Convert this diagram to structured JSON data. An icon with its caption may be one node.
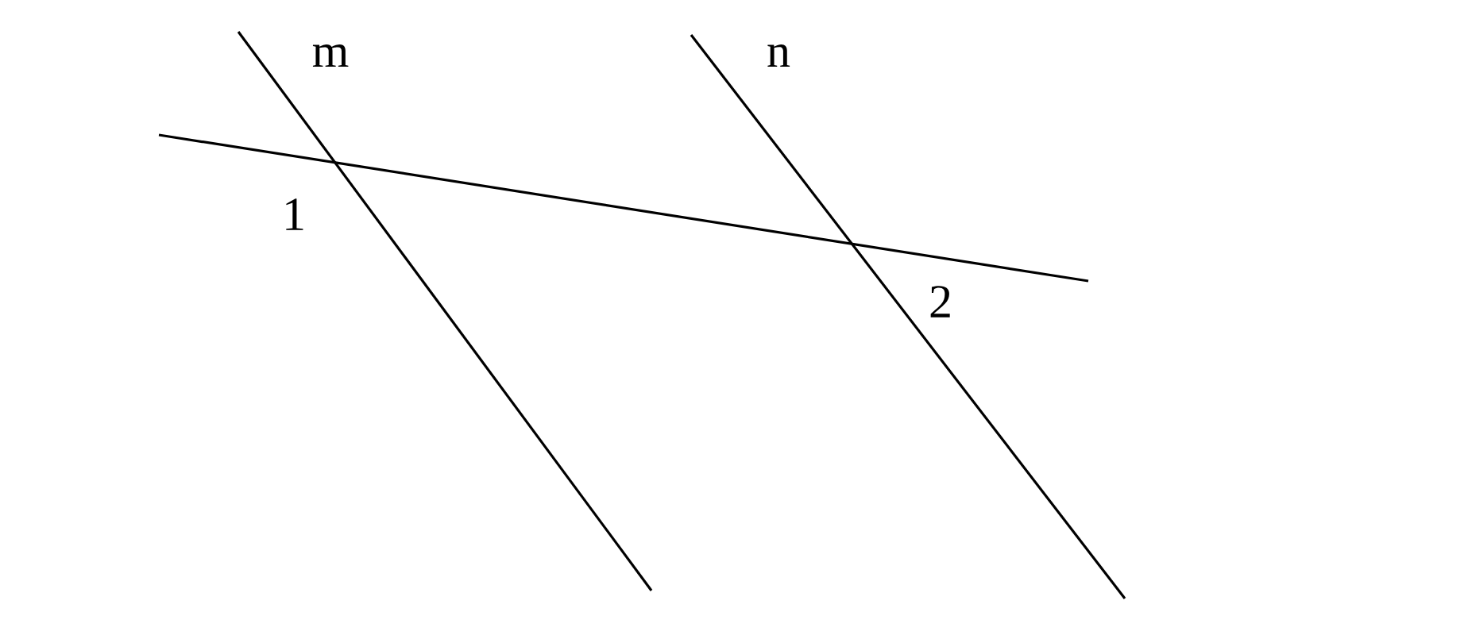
{
  "diagram": {
    "labels": [
      "m",
      "n",
      "1",
      "2"
    ]
  }
}
